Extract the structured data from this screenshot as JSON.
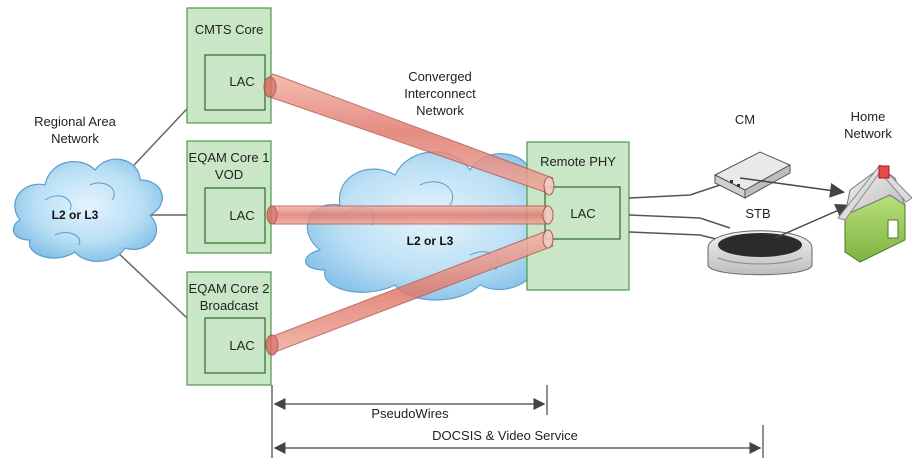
{
  "regional_network": {
    "label_line1": "Regional Area",
    "label_line2": "Network",
    "cloud_label": "L2 or L3"
  },
  "cores": [
    {
      "title_line1": "CMTS Core",
      "title_line2": "",
      "lac_label": "LAC"
    },
    {
      "title_line1": "EQAM Core 1",
      "title_line2": "VOD",
      "lac_label": "LAC"
    },
    {
      "title_line1": "EQAM Core 2",
      "title_line2": "Broadcast",
      "lac_label": "LAC"
    }
  ],
  "interconnect": {
    "label_line1": "Converged",
    "label_line2": "Interconnect",
    "label_line3": "Network",
    "cloud_label": "L2 or L3"
  },
  "remote_phy": {
    "title": "Remote PHY",
    "lac_label": "LAC"
  },
  "devices": {
    "cm_label": "CM",
    "stb_label": "STB"
  },
  "home": {
    "label_line1": "Home",
    "label_line2": "Network"
  },
  "spans": {
    "pseudowires": "PseudoWires",
    "docsis": "DOCSIS & Video Service"
  },
  "colors": {
    "box_fill": "#c9e7c6",
    "box_border": "#4e9a4a",
    "cloud_fill": "#b7dcf2",
    "cloud_border": "#6fa5c8",
    "tunnel": "#e3867a"
  }
}
